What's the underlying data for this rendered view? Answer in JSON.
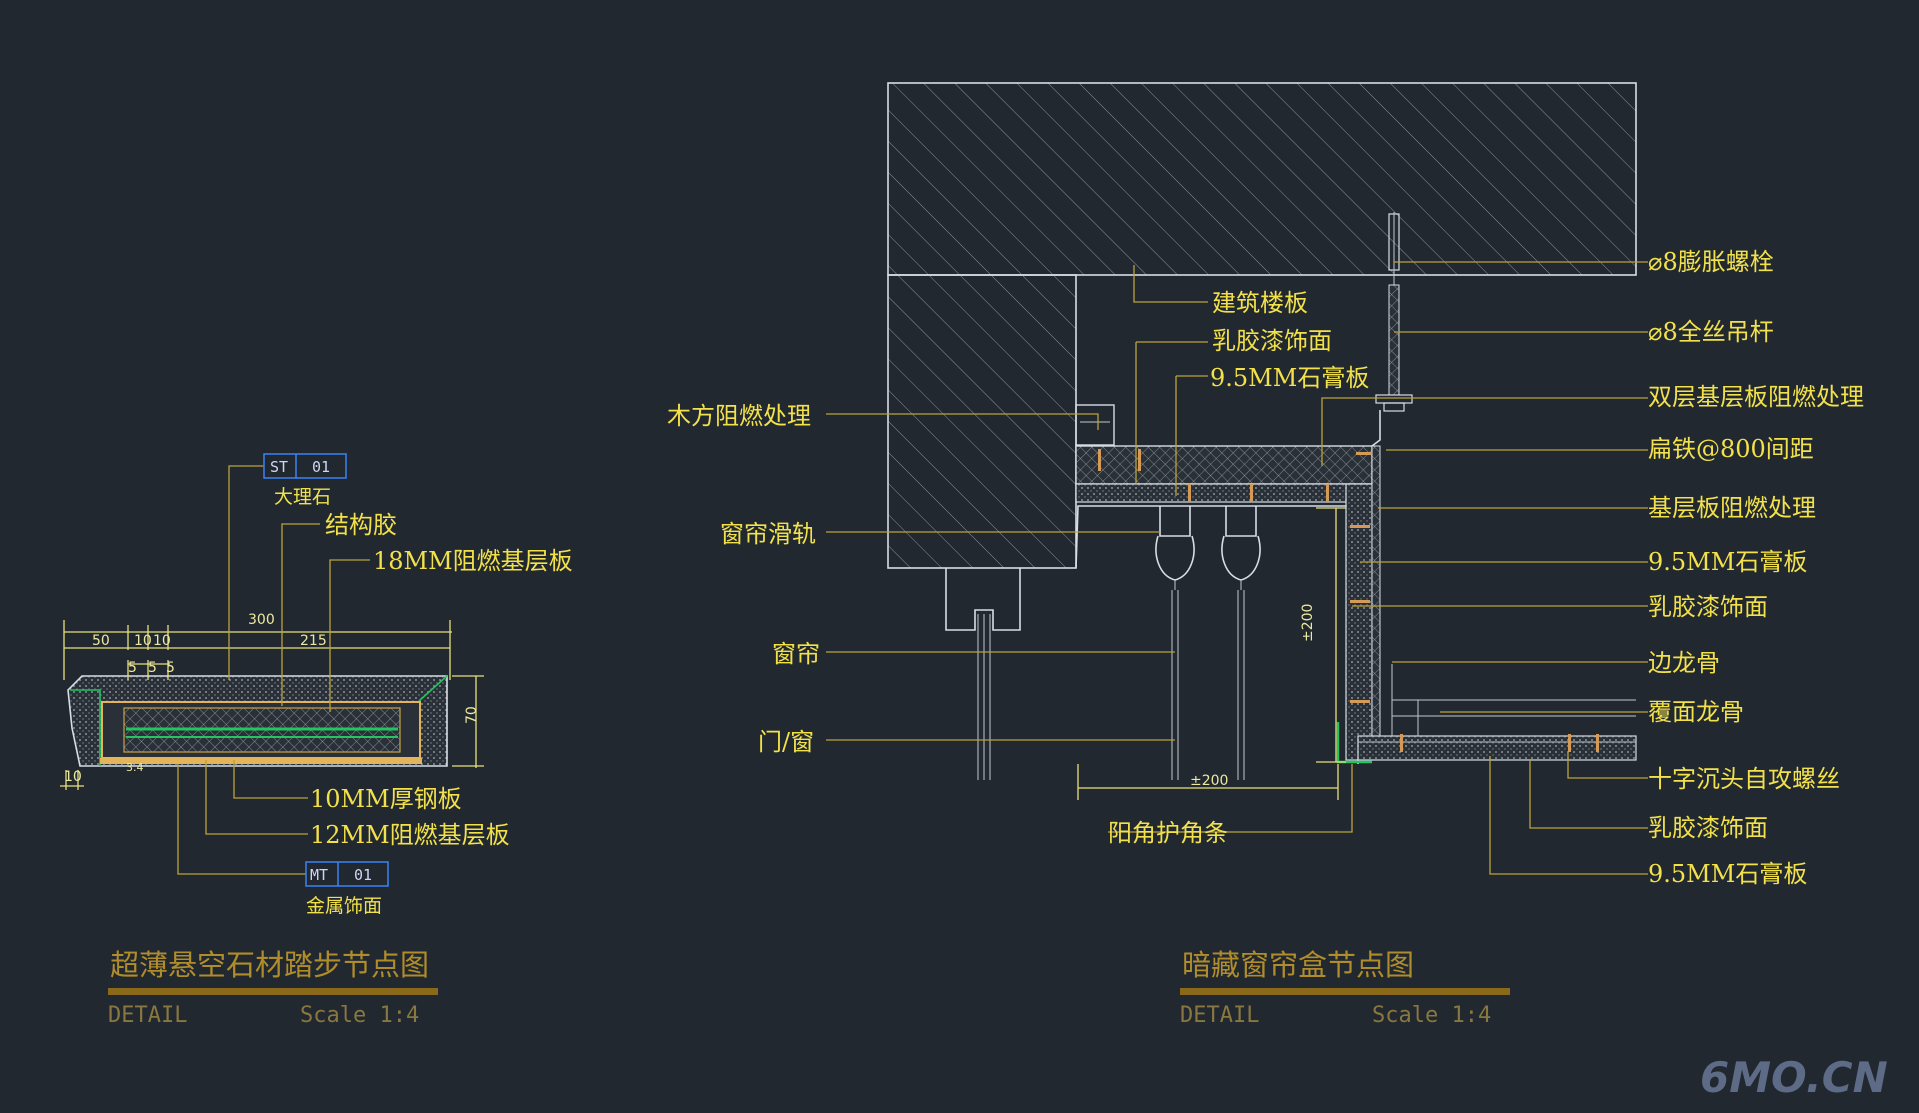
{
  "left_detail": {
    "title": "超薄悬空石材踏步节点图",
    "detail_label": "DETAIL",
    "scale_label": "Scale 1:4",
    "tag_top": {
      "code": "ST",
      "num": "01",
      "caption": "大理石"
    },
    "tag_bottom": {
      "code": "MT",
      "num": "01",
      "caption": "金属饰面"
    },
    "labels": {
      "glue": "结构胶",
      "board18": "18MM阻燃基层板",
      "steel10": "10MM厚钢板",
      "board12": "12MM阻燃基层板"
    },
    "dims": {
      "total": "300",
      "d50": "50",
      "d10a": "10",
      "d10b": "10",
      "d215": "215",
      "h70": "70",
      "d10c": "10",
      "s5a": "5",
      "s5b": "5",
      "s5c": "5",
      "bottom_small": "3.4"
    }
  },
  "right_detail": {
    "title": "暗藏窗帘盒节点图",
    "detail_label": "DETAIL",
    "scale_label": "Scale 1:4",
    "labels_left": {
      "wood": "木方阻燃处理",
      "rail": "窗帘滑轨",
      "curtain": "窗帘",
      "door": "门/窗"
    },
    "labels_mid": {
      "slab": "建筑楼板",
      "latex": "乳胶漆饰面",
      "gypsum": "9.5MM石膏板",
      "corner": "阳角护角条"
    },
    "labels_right": {
      "bolt": "⌀8膨胀螺栓",
      "rod": "⌀8全丝吊杆",
      "double": "双层基层板阻燃处理",
      "flat": "扁铁@800间距",
      "base": "基层板阻燃处理",
      "gypsum1": "9.5MM石膏板",
      "latex1": "乳胶漆饰面",
      "edge": "边龙骨",
      "cover": "覆面龙骨",
      "screw": "十字沉头自攻螺丝",
      "latex2": "乳胶漆饰面",
      "gypsum2": "9.5MM石膏板"
    },
    "dims": {
      "h": "±200",
      "w": "±200"
    }
  },
  "watermark": "6MO.CN"
}
